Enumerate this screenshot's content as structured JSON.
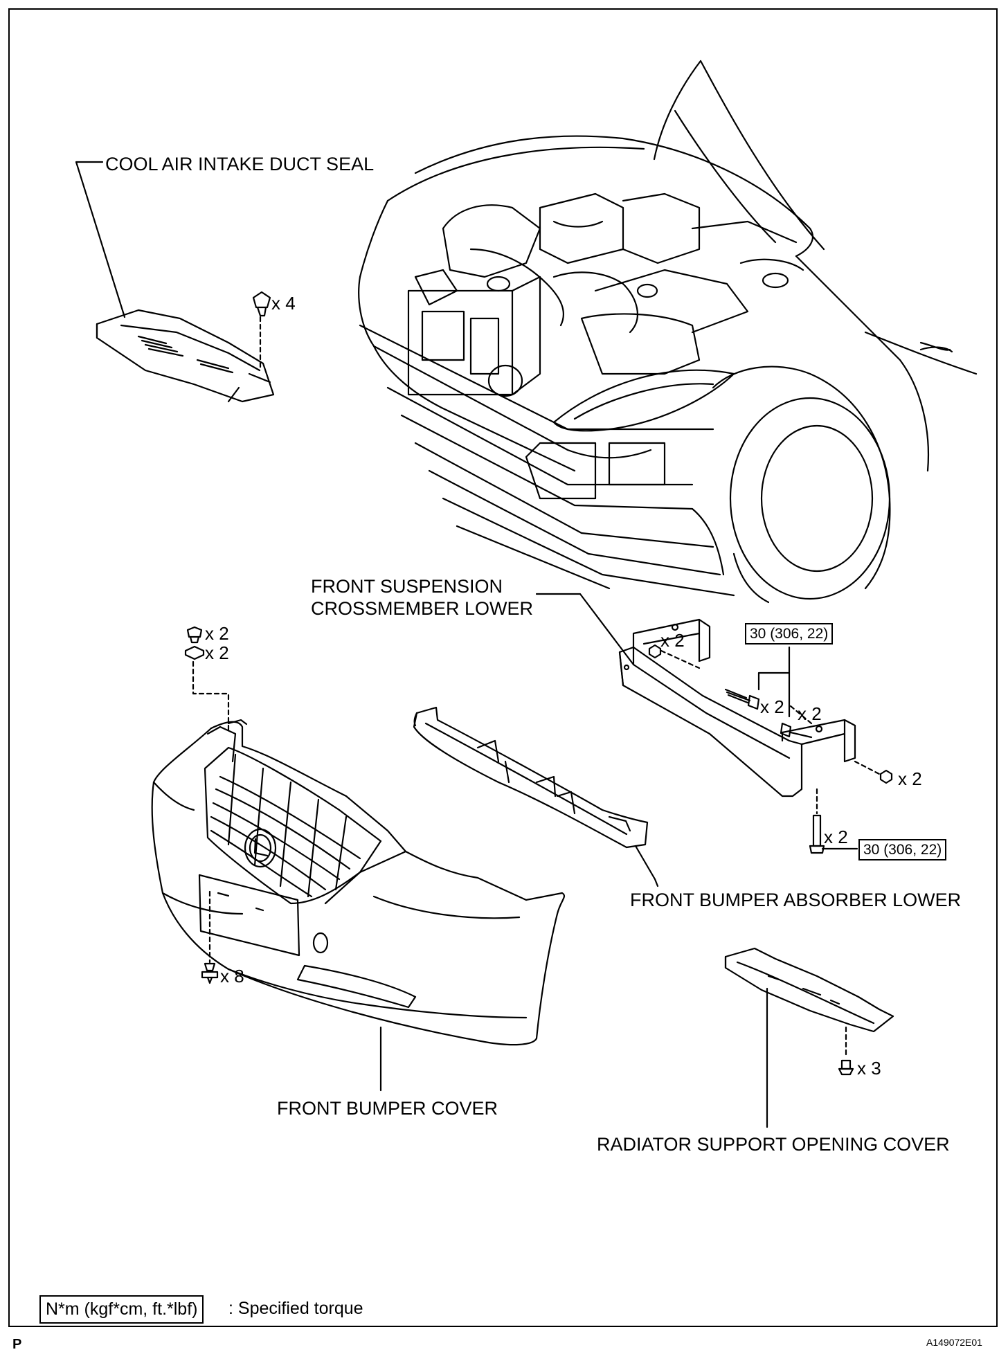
{
  "labels": {
    "cool_air_intake_duct_seal": "COOL AIR INTAKE DUCT SEAL",
    "front_suspension_crossmember_lower_line1": "FRONT SUSPENSION",
    "front_suspension_crossmember_lower_line2": "CROSSMEMBER LOWER",
    "front_bumper_absorber_lower": "FRONT BUMPER ABSORBER LOWER",
    "front_bumper_cover": "FRONT BUMPER COVER",
    "radiator_support_opening_cover": "RADIATOR SUPPORT OPENING COVER"
  },
  "quantities": {
    "intake_seal_clips": "x 4",
    "bumper_top_clips": "x 2",
    "bumper_top_nuts": "x 2",
    "crossmember_nut_left": "x 2",
    "crossmember_bolt_a": "x 2",
    "crossmember_bolt_b": "x 2",
    "crossmember_nut_right": "x 2",
    "crossmember_bolt_lower": "x 2",
    "bumper_bottom_screws": "x 8",
    "radiator_cover_clips": "x 3"
  },
  "torques": {
    "upper": "30 (306, 22)",
    "lower": "30 (306, 22)"
  },
  "legend": {
    "unit_box": "N*m (kgf*cm, ft.*lbf)",
    "description": ": Specified torque"
  },
  "footer": {
    "page_marker": "P",
    "figure_id": "A149072E01"
  }
}
